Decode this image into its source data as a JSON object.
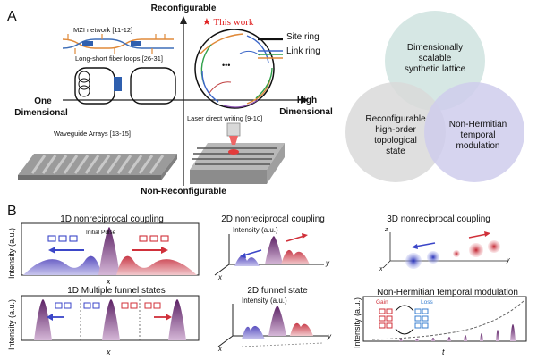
{
  "panel_a": {
    "letter": "A",
    "axes": {
      "top": "Reconfigurable",
      "bottom": "Non-Reconfigurable",
      "left_line1": "One",
      "left_line2": "Dimensional",
      "right_line1": "High",
      "right_line2": "Dimensional"
    },
    "items": {
      "mzi": "MZI network [11-12]",
      "fiber": "Long-short fiber loops [26-31]",
      "waveguide": "Waveguide Arrays [13-15]",
      "laser": "Laser direct writing [9-10]",
      "this_work": "This work",
      "site_ring": "Site ring",
      "link_ring": "Link ring",
      "dots": "•••"
    },
    "venn": {
      "top": [
        "Dimensionally",
        "scalable",
        "synthetic lattice"
      ],
      "left": [
        "Reconfigurable",
        "high-order",
        "topological",
        "state"
      ],
      "right": [
        "Non-Hermitian",
        "temporal",
        "modulation"
      ]
    },
    "colors": {
      "this_work": "#e02020",
      "venn_top": "#cfe3df",
      "venn_left": "#d9d9d9",
      "venn_right": "#cfcdec",
      "blue": "#3b46c8",
      "red": "#d0303a",
      "purple": "#6b2a6e"
    }
  },
  "panel_b": {
    "letter": "B",
    "titles": {
      "p1": "1D nonreciprocal coupling",
      "p2": "2D nonreciprocal coupling",
      "p3": "3D nonreciprocal coupling",
      "p4": "1D Multiple funnel states",
      "p5": "2D funnel state",
      "p6": "Non-Hermitian temporal modulation"
    },
    "labels": {
      "intensity": "Intensity (a.u.)",
      "initial_pulse": "Initial Pulse",
      "x": "x",
      "y": "y",
      "z": "z",
      "t": "t",
      "gain": "Gain",
      "loss": "Loss"
    }
  }
}
